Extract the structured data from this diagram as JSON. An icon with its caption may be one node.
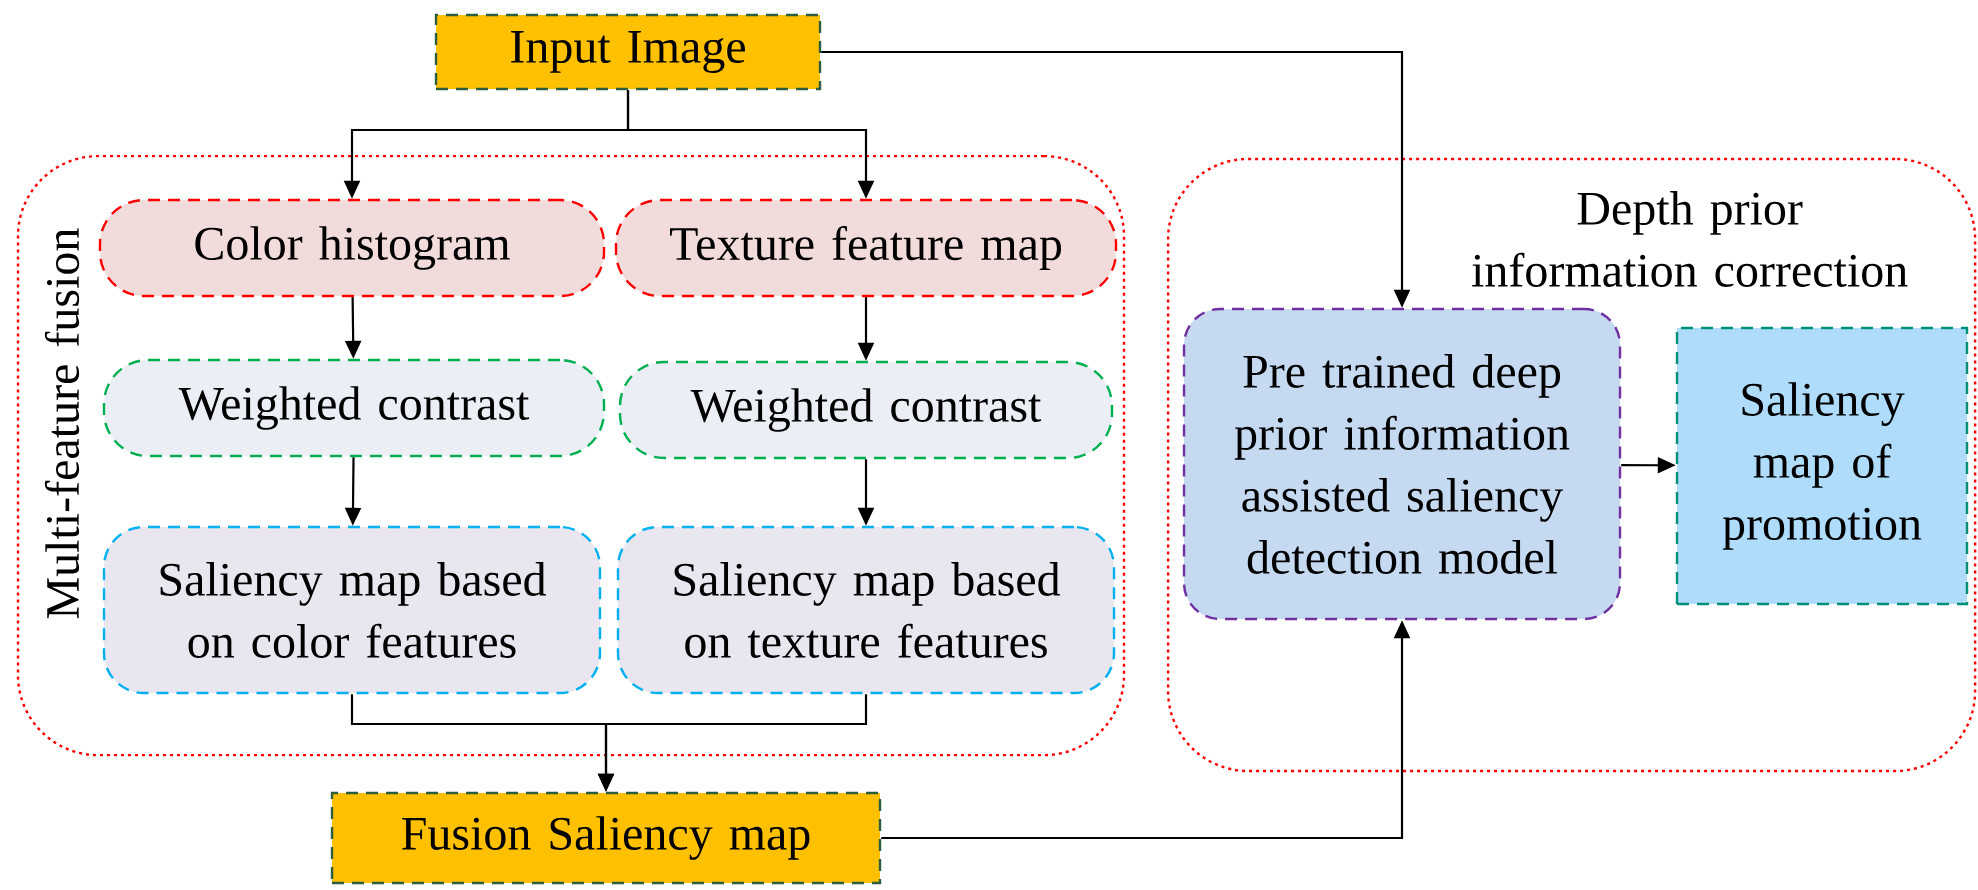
{
  "diagram": {
    "nodes": [
      {
        "text": [
          "Input Image"
        ]
      },
      {
        "text": [
          "Multi-feature fusion"
        ]
      },
      {
        "text": [
          "Color histogram"
        ],
        "in": 1
      },
      {
        "text": [
          "Texture feature map"
        ],
        "in": 1
      },
      {
        "text": [
          "Weighted contrast"
        ],
        "in": 1
      },
      {
        "text": [
          "Weighted contrast"
        ],
        "in": 1
      },
      {
        "text": [
          "Saliency map based on color features"
        ],
        "in": 1
      },
      {
        "text": [
          "Saliency map based on texture features"
        ],
        "in": 1
      },
      {
        "text": [
          "Fusion Saliency map"
        ]
      },
      {
        "text": [
          "Depth prior information correction"
        ]
      },
      {
        "text": [
          "Pre trained deep prior information assisted saliency detection model"
        ],
        "in": 9
      },
      {
        "text": [
          "Saliency map of promotion"
        ],
        "in": 9
      }
    ],
    "edges": [
      {
        "from": 0,
        "to": 2,
        "arrow": "to"
      },
      {
        "from": 0,
        "to": 3,
        "arrow": "to"
      },
      {
        "from": 2,
        "to": 4,
        "arrow": "to"
      },
      {
        "from": 3,
        "to": 5,
        "arrow": "to"
      },
      {
        "from": 4,
        "to": 6,
        "arrow": "to"
      },
      {
        "from": 5,
        "to": 7,
        "arrow": "to"
      },
      {
        "from": 6,
        "to": 8,
        "arrow": "to"
      },
      {
        "from": 7,
        "to": 8,
        "arrow": "to"
      },
      {
        "from": 0,
        "to": 10,
        "arrow": "to"
      },
      {
        "from": 8,
        "to": 10,
        "arrow": "to"
      },
      {
        "from": 10,
        "to": 11,
        "arrow": "to"
      }
    ]
  }
}
